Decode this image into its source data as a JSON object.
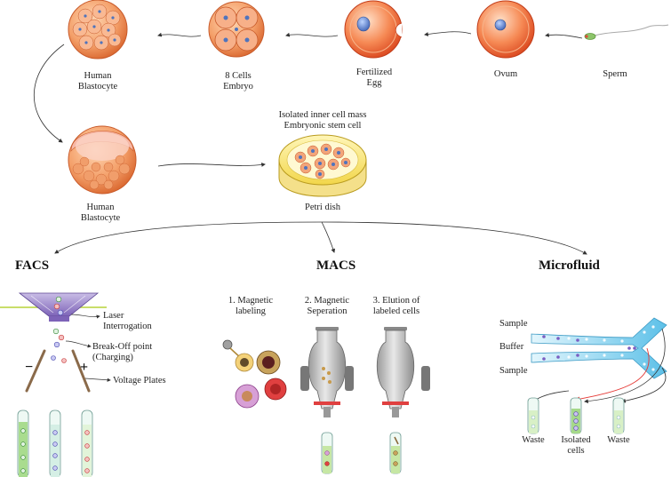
{
  "stages": {
    "blastocyte_top": "Human\nBlastocyte",
    "embryo_8": "8 Cells\nEmbryo",
    "fertilized": "Fertilized\nEgg",
    "ovum": "Ovum",
    "sperm": "Sperm",
    "blastocyte_mid": "Human\nBlastocyte",
    "inner_mass": "Isolated inner cell mass\nEmbryonic stem cell",
    "petri": "Petri dish"
  },
  "methods": {
    "facs": "FACS",
    "macs": "MACS",
    "micro": "Microfluid"
  },
  "facs": {
    "laser": "Laser\nInterrogation",
    "breakoff": "Break-Off point\n(Charging)",
    "plates": "Voltage Plates",
    "minus": "−",
    "plus": "+"
  },
  "macs": {
    "step1": "1. Magnetic\nlabeling",
    "step2": "2. Magnetic\nSeperation",
    "step3": "3. Elution of\nlabeled cells"
  },
  "micro": {
    "sample_top": "Sample",
    "buffer": "Buffer",
    "sample_bottom": "Sample",
    "waste_left": "Waste",
    "isolated": "Isolated\ncells",
    "waste_right": "Waste"
  },
  "colors": {
    "cell_orange": "#f08a4b",
    "nucleus_blue": "#5b7fc4",
    "egg_red": "#e8552e",
    "channel_blue": "#9fd8ef",
    "tube_green": "#9ed88b",
    "arrow_red": "#e53935"
  }
}
